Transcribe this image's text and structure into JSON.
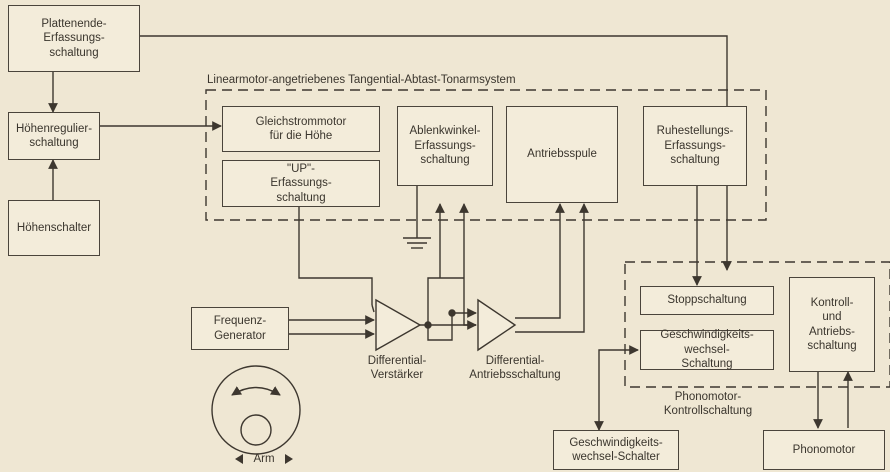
{
  "boxes": {
    "plattenende": "Plattenende-\nErfassungs-\nschaltung",
    "hoehenregulier": "Höhenregulier-\nschaltung",
    "hoehenschalter": "Höhenschalter",
    "gleichstrommotor": "Gleichstrommotor\nfür die Höhe",
    "up_erfassung": "\"UP\"-\nErfassungs-\nschaltung",
    "ablenkwinkel": "Ablenkwinkel-\nErfassungs-\nschaltung",
    "antriebsspule": "Antriebsspule",
    "ruhestellung": "Ruhestellungs-\nErfassungs-\nschaltung",
    "frequenz": "Frequenz-\nGenerator",
    "stopp": "Stoppschaltung",
    "geschw_wechsel": "Geschwindigkeits-\nwechsel-\nSchaltung",
    "kontroll": "Kontroll-\nund\nAntriebs-\nschaltung",
    "geschw_schalter": "Geschwindigkeits-\nwechsel-Schalter",
    "phonomotor": "Phonomotor"
  },
  "labels": {
    "tonarm_title": "Linearmotor-angetriebenes Tangential-Abtast-Tonarmsystem",
    "diff_verstaerker": "Differential-\nVerstärker",
    "diff_antrieb": "Differential-\nAntriebsschaltung",
    "phonomotor_kontroll": "Phonomotor-\nKontrollschaltung",
    "arm": "Arm"
  }
}
